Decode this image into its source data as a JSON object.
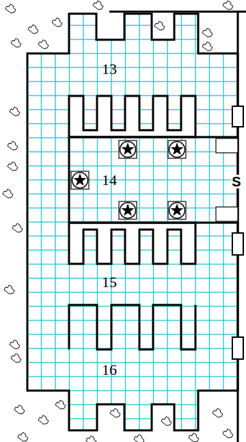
{
  "diagram": {
    "labels": [
      "13",
      "14",
      "S",
      "15",
      "16"
    ]
  }
}
